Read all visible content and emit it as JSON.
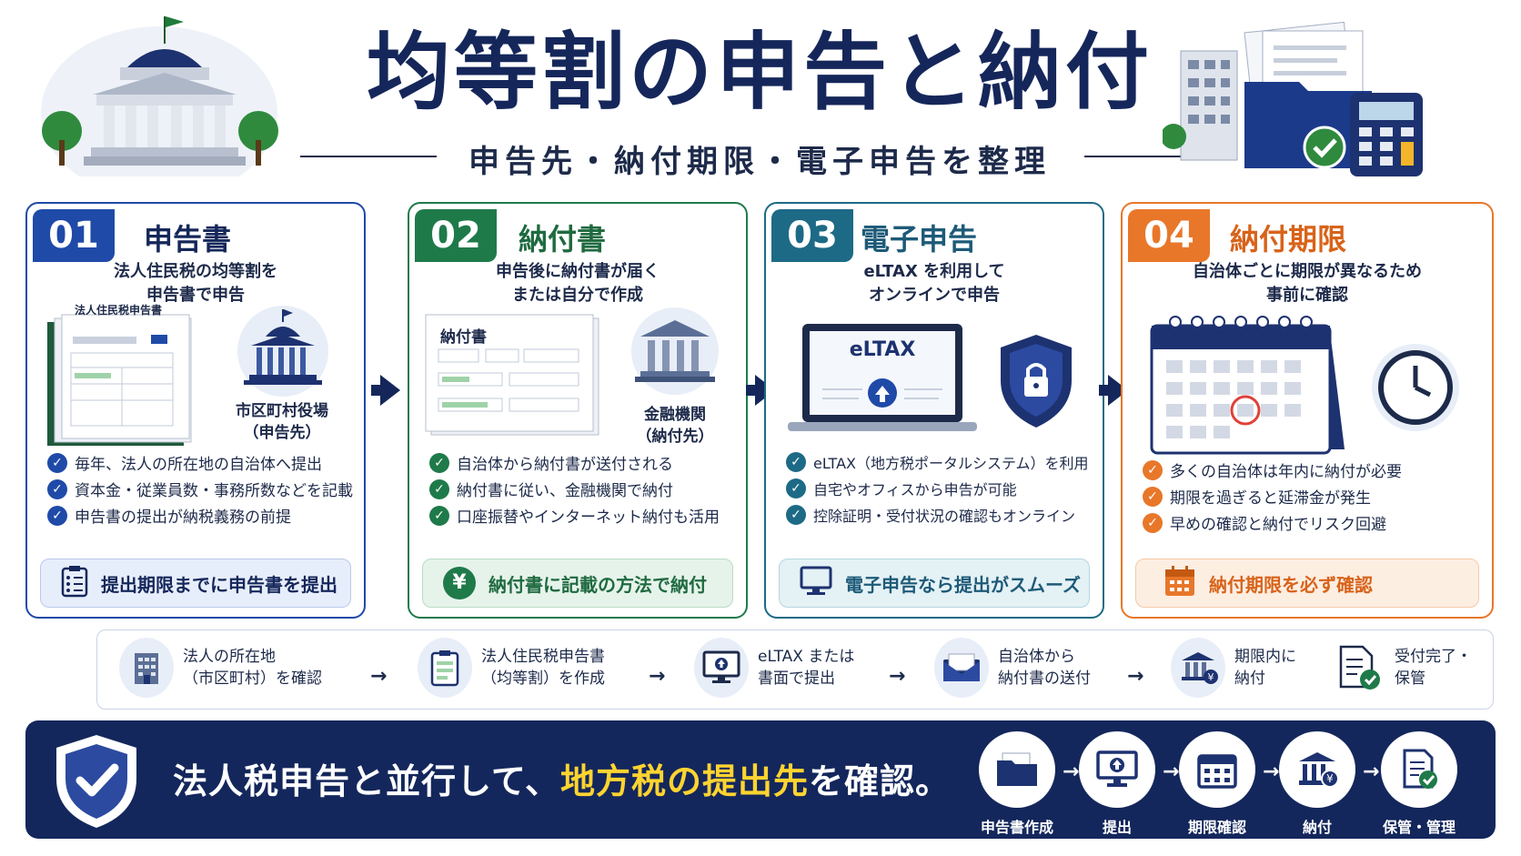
{
  "header": {
    "title": "均等割の申告と納付",
    "subtitle": "申告先・納付期限・電子申告を整理"
  },
  "colors": {
    "navy": "#15275a",
    "blue": "#1f4aa8",
    "green": "#1f7a4a",
    "teal": "#1d6a86",
    "orange": "#e8772a"
  },
  "cards": [
    {
      "num": "01",
      "title": "申告書",
      "desc_line1": "法人住民税の均等割を",
      "desc_line2": "申告書で申告",
      "doc_title": "法人住民税申告書",
      "side_label1": "市区町村役場",
      "side_label2": "（申告先）",
      "bullets": [
        "毎年、法人の所在地の自治体へ提出",
        "資本金・従業員数・事務所数などを記載",
        "申告書の提出が納税義務の前提"
      ],
      "callout": "提出期限までに申告書を提出"
    },
    {
      "num": "02",
      "title": "納付書",
      "desc_line1": "申告後に納付書が届く",
      "desc_line2": "または自分で作成",
      "doc_title": "納付書",
      "side_label1": "金融機関",
      "side_label2": "（納付先）",
      "bullets": [
        "自治体から納付書が送付される",
        "納付書に従い、金融機関で納付",
        "口座振替やインターネット納付も活用"
      ],
      "callout": "納付書に記載の方法で納付"
    },
    {
      "num": "03",
      "title": "電子申告",
      "desc_line1": "eLTAX を利用して",
      "desc_line2": "オンラインで申告",
      "screen_label": "eLTAX",
      "bullets": [
        "eLTAX（地方税ポータルシステム）を利用",
        "自宅やオフィスから申告が可能",
        "控除証明・受付状況の確認もオンライン"
      ],
      "callout": "電子申告なら提出がスムーズ"
    },
    {
      "num": "04",
      "title": "納付期限",
      "desc_line1": "自治体ごとに期限が異なるため",
      "desc_line2": "事前に確認",
      "bullets": [
        "多くの自治体は年内に納付が必要",
        "期限を過ぎると延滞金が発生",
        "早めの確認と納付でリスク回避"
      ],
      "callout": "納付期限を必ず確認"
    }
  ],
  "flow": [
    {
      "line1": "法人の所在地",
      "line2": "（市区町村）を確認",
      "icon": "office-building-icon"
    },
    {
      "line1": "法人住民税申告書",
      "line2": "（均等割）を作成",
      "icon": "clipboard-icon"
    },
    {
      "line1": "eLTAX または",
      "line2": "書面で提出",
      "icon": "monitor-upload-icon"
    },
    {
      "line1": "自治体から",
      "line2": "納付書の送付",
      "icon": "envelope-icon"
    },
    {
      "line1": "期限内に",
      "line2": "納付",
      "icon": "bank-yen-icon"
    },
    {
      "line1": "受付完了・",
      "line2": "保管",
      "icon": "document-check-icon"
    }
  ],
  "banner": {
    "text_a": "法人税申告と並行して、",
    "text_highlight": "地方税の提出先",
    "text_b": "を確認。",
    "steps": [
      "申告書作成",
      "提出",
      "期限確認",
      "納付",
      "保管・管理"
    ]
  }
}
